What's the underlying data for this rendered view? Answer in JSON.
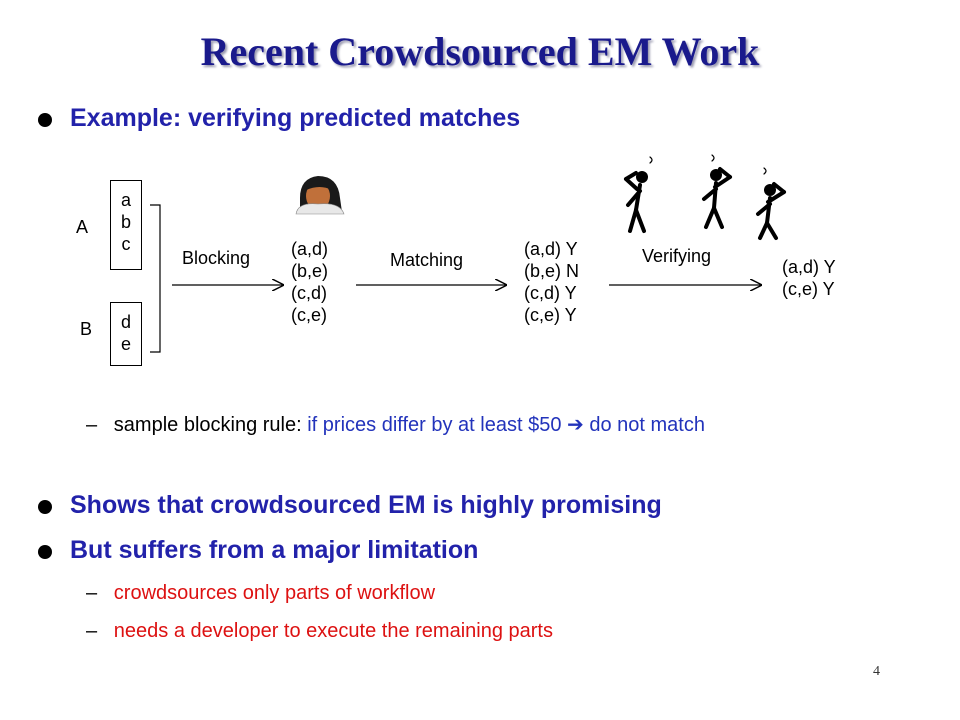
{
  "title": "Recent Crowdsourced EM Work",
  "bullets": {
    "b1": "Example: verifying predicted matches",
    "b2": "Shows that crowdsourced EM is highly promising",
    "b3": "But suffers from a major limitation"
  },
  "sub": {
    "dash": "–",
    "rule_prefix": "sample blocking rule: ",
    "rule_cond": "if prices differ by at least $50 ",
    "rule_arrow": "➔",
    "rule_result": " do not match",
    "lim1": "crowdsources only parts of workflow",
    "lim2": "needs a developer to execute the remaining parts"
  },
  "diagram": {
    "table_a_label": "A",
    "table_b_label": "B",
    "table_a_rows": [
      "a",
      "b",
      "c"
    ],
    "table_b_rows": [
      "d",
      "e"
    ],
    "step_blocking": "Blocking",
    "step_matching": "Matching",
    "step_verifying": "Verifying",
    "pairs": [
      "(a,d)",
      "(b,e)",
      "(c,d)",
      "(c,e)"
    ],
    "matched": [
      "(a,d) Y",
      "(b,e) N",
      "(c,d) Y",
      "(c,e) Y"
    ],
    "verified": [
      "(a,d) Y",
      "(c,e) Y"
    ],
    "icons": [
      "developer-icon",
      "crowd-worker-icon"
    ]
  },
  "page_number": "4"
}
